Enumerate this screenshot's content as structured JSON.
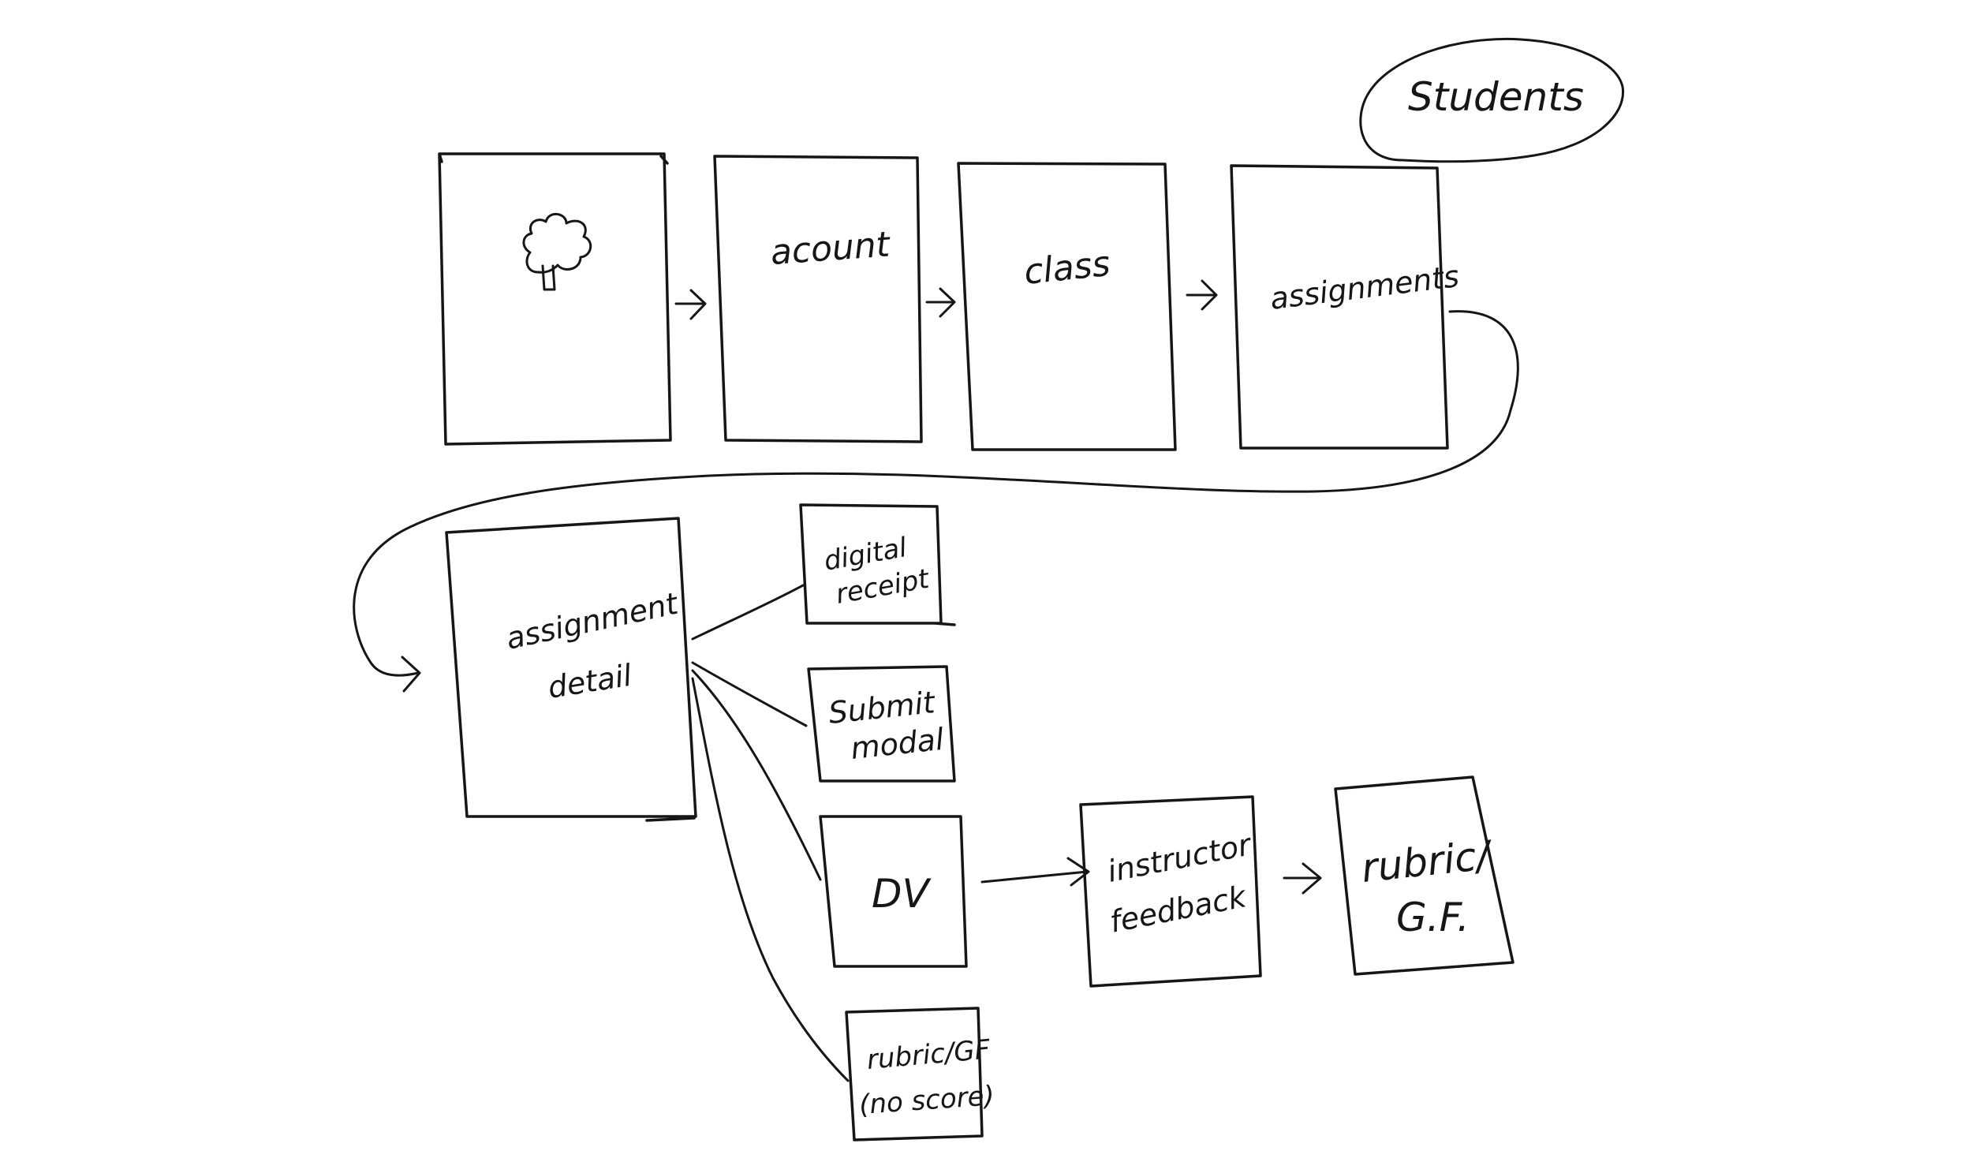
{
  "diagram": {
    "group_label": "Students",
    "screens": {
      "landing": {
        "label": ""
      },
      "account": {
        "label": "acount"
      },
      "class": {
        "label": "class"
      },
      "assignments": {
        "label": "assignments"
      },
      "assignment_detail": {
        "line1": "assignment",
        "line2": "detail"
      },
      "digital_receipt": {
        "line1": "digital",
        "line2": "receipt"
      },
      "submit_modal": {
        "line1": "Submit",
        "line2": "modal"
      },
      "dv": {
        "label": "DV"
      },
      "instructor_feedback": {
        "line1": "instructor",
        "line2": "feedback"
      },
      "rubric_gf": {
        "line1": "rubric/",
        "line2": "G.F."
      },
      "rubric_no_score": {
        "line1": "rubric/GF",
        "line2": "(no score)"
      }
    },
    "icons": {
      "landing_icon": "tree-icon"
    }
  }
}
